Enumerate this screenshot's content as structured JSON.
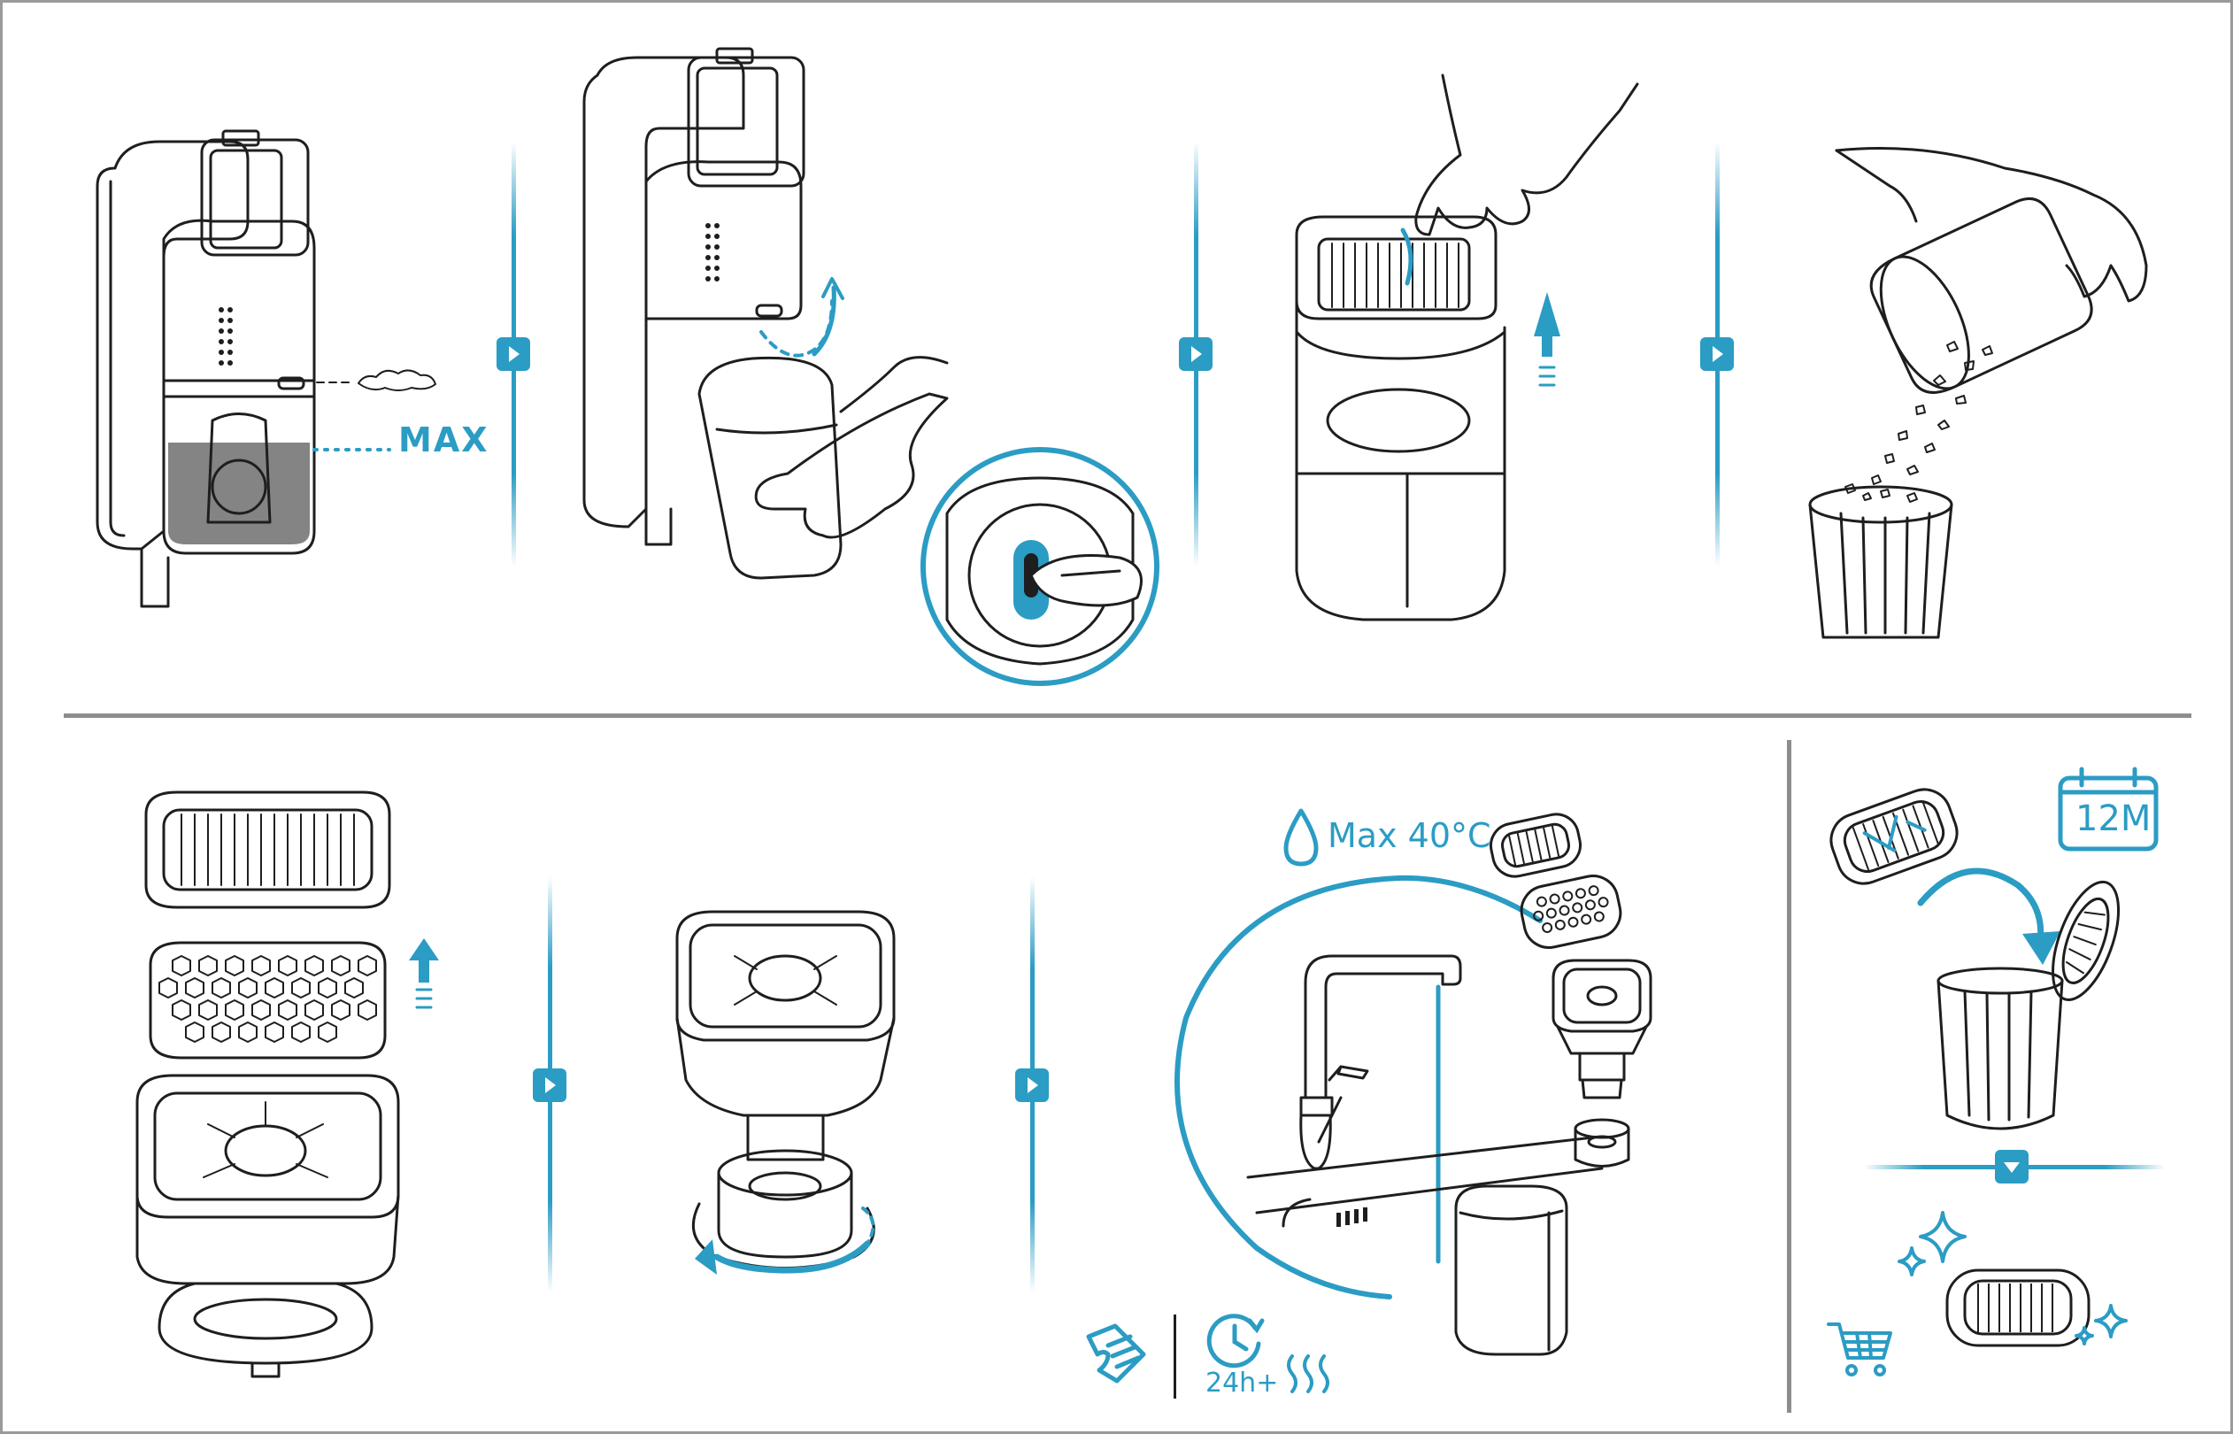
{
  "labels": {
    "max_level": "MAX",
    "water_temp": "Max 40°C",
    "replace_interval": "12M",
    "dry_time": "24h+"
  },
  "icons": {
    "water": "water-drop-icon",
    "dry_time": "clock-icon",
    "wipe": "wipe-hand-icon",
    "heat": "drying-waves-icon",
    "calendar": "calendar-icon",
    "cart": "shopping-cart-icon",
    "sparkle": "sparkle-icon",
    "next": "next-step-arrow-icon"
  },
  "colors": {
    "accent": "#2b9cc4",
    "line": "#1e1e1e",
    "dirt": "#6f6f6f",
    "divider": "#8d8d8d"
  }
}
